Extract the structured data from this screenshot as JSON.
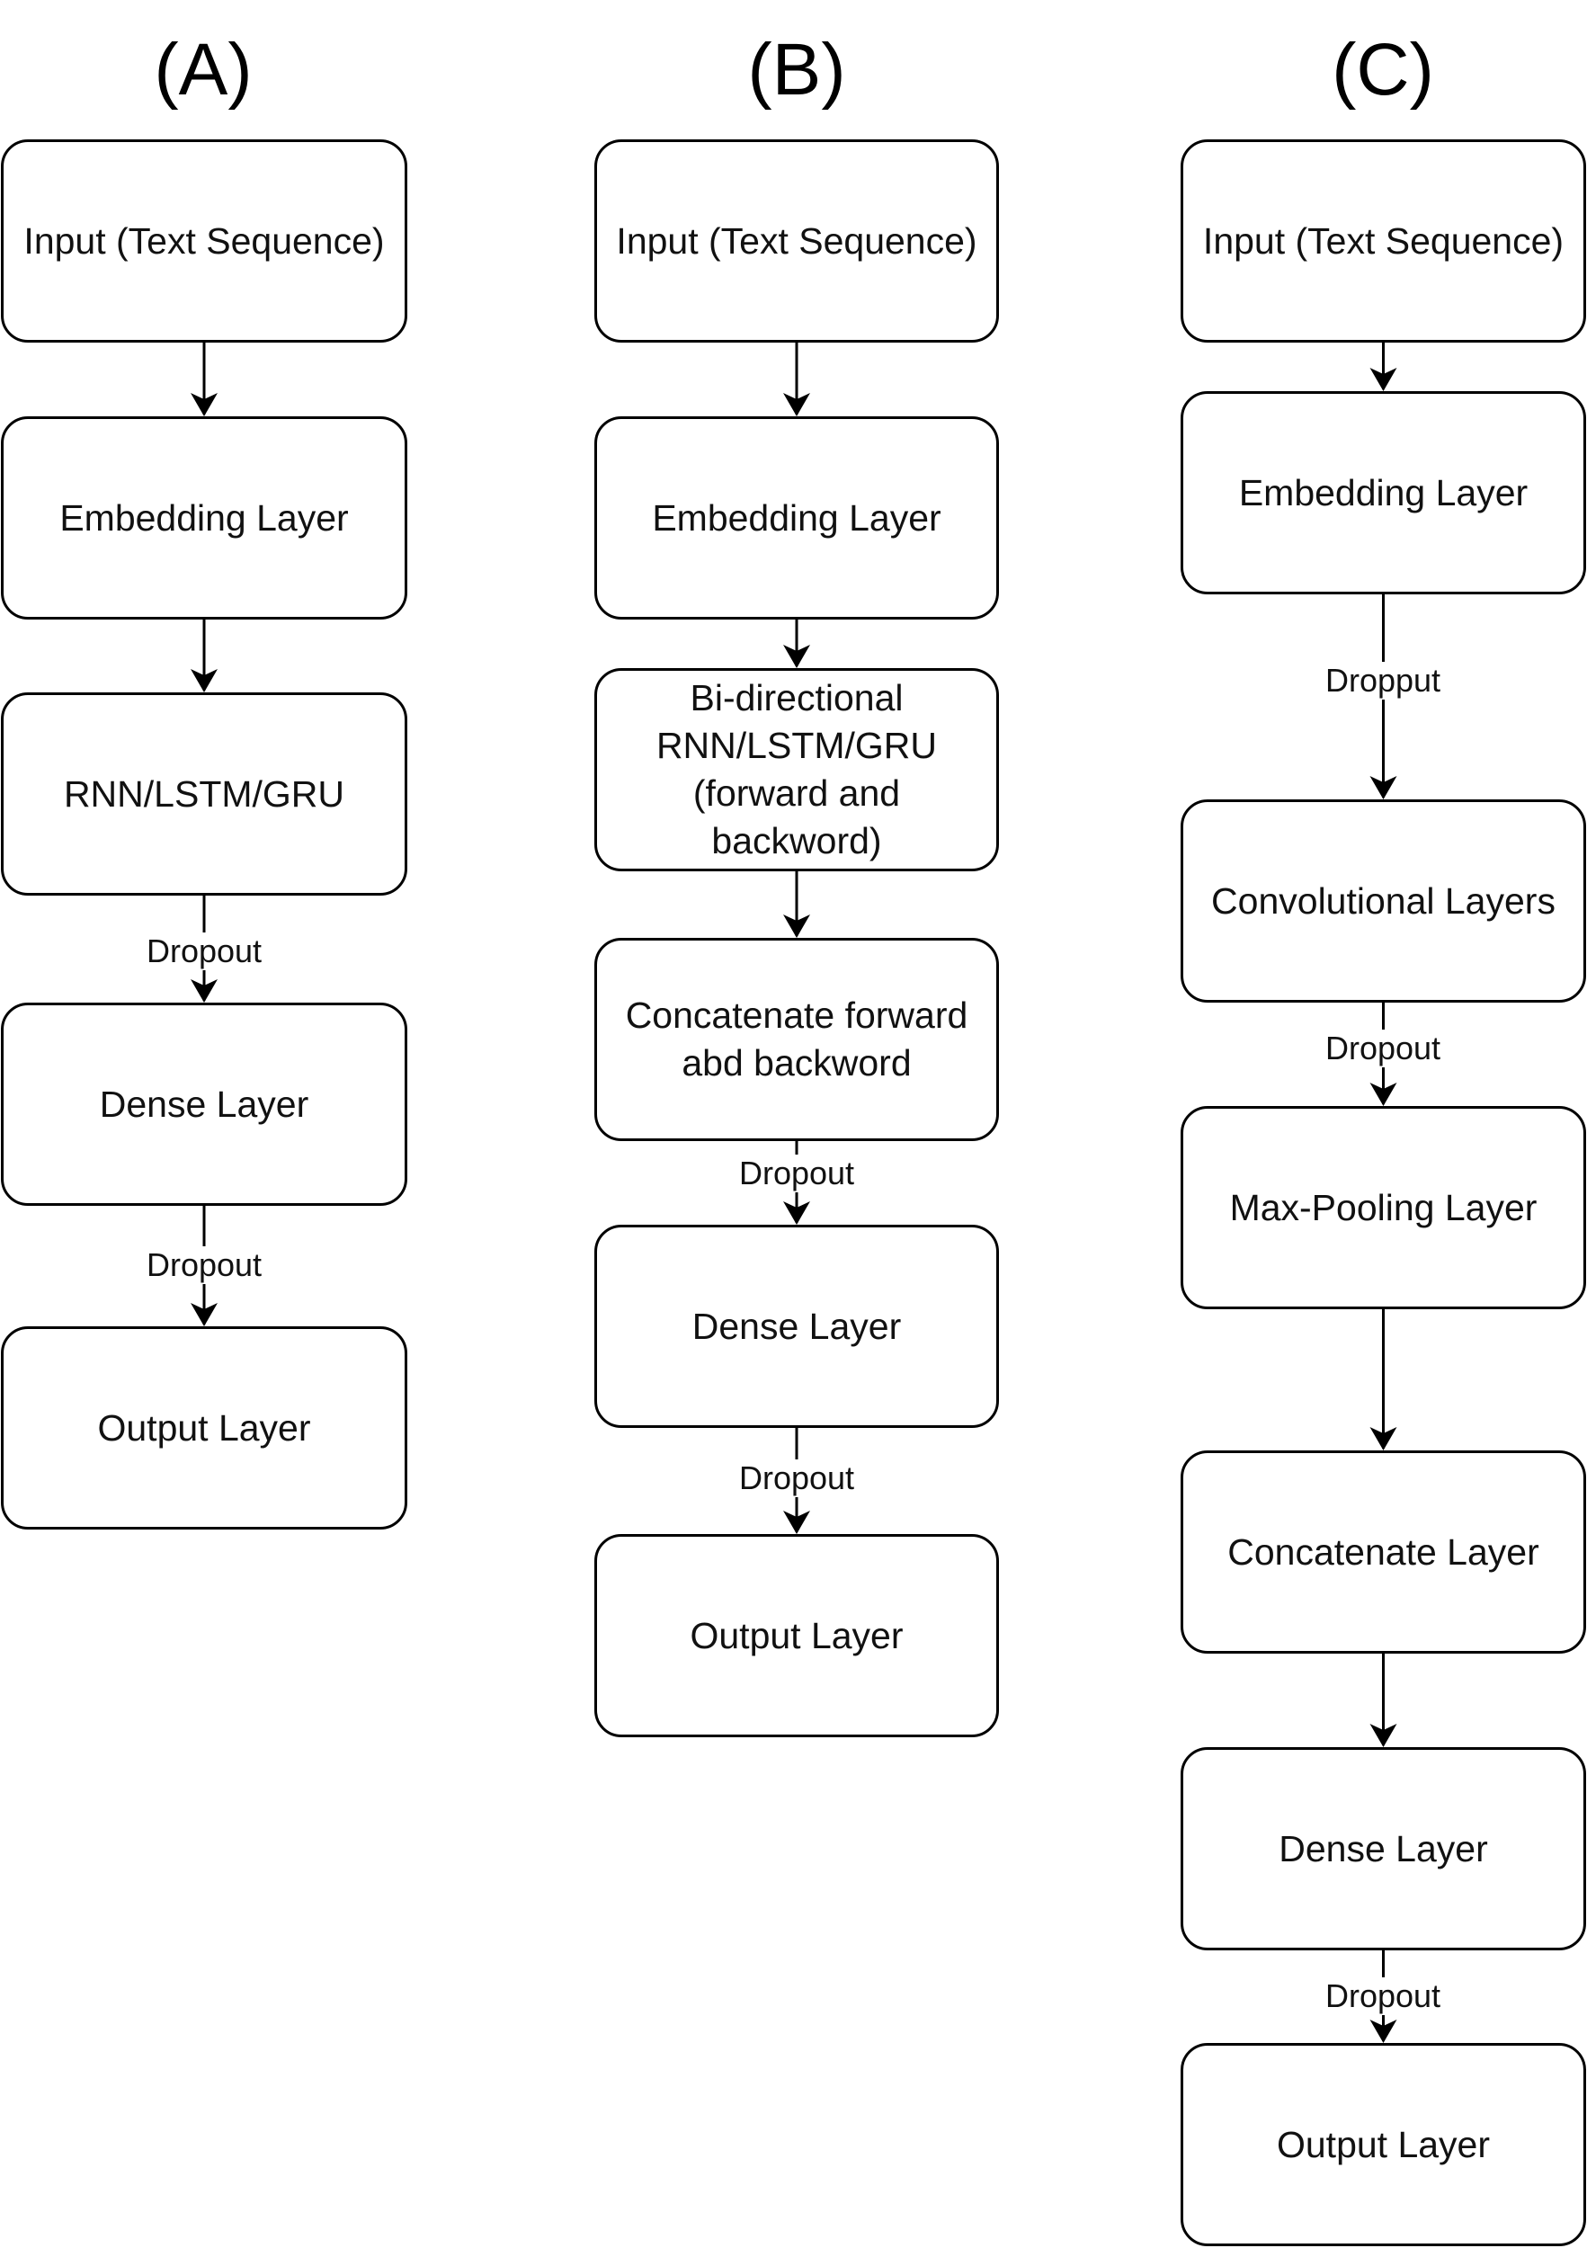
{
  "columns": [
    {
      "label": "(A)",
      "nodes": [
        "Input (Text Sequence)",
        "Embedding Layer",
        "RNN/LSTM/GRU",
        "Dense Layer",
        "Output Layer"
      ],
      "edge_labels": [
        "",
        "",
        "Dropout",
        "Dropout"
      ]
    },
    {
      "label": "(B)",
      "nodes": [
        "Input (Text Sequence)",
        "Embedding Layer",
        "Bi-directional\nRNN/LSTM/GRU\n(forward and\nbackword)",
        "Concatenate forward\nabd backword",
        "Dense Layer",
        "Output Layer"
      ],
      "edge_labels": [
        "",
        "",
        "",
        "Dropout",
        "Dropout"
      ]
    },
    {
      "label": "(C)",
      "nodes": [
        "Input (Text Sequence)",
        "Embedding Layer",
        "Convolutional Layers",
        "Max-Pooling Layer",
        "Concatenate Layer",
        "Dense Layer",
        "Output Layer"
      ],
      "edge_labels": [
        "",
        "Dropput",
        "Dropout",
        "",
        "",
        "Dropout"
      ]
    }
  ]
}
